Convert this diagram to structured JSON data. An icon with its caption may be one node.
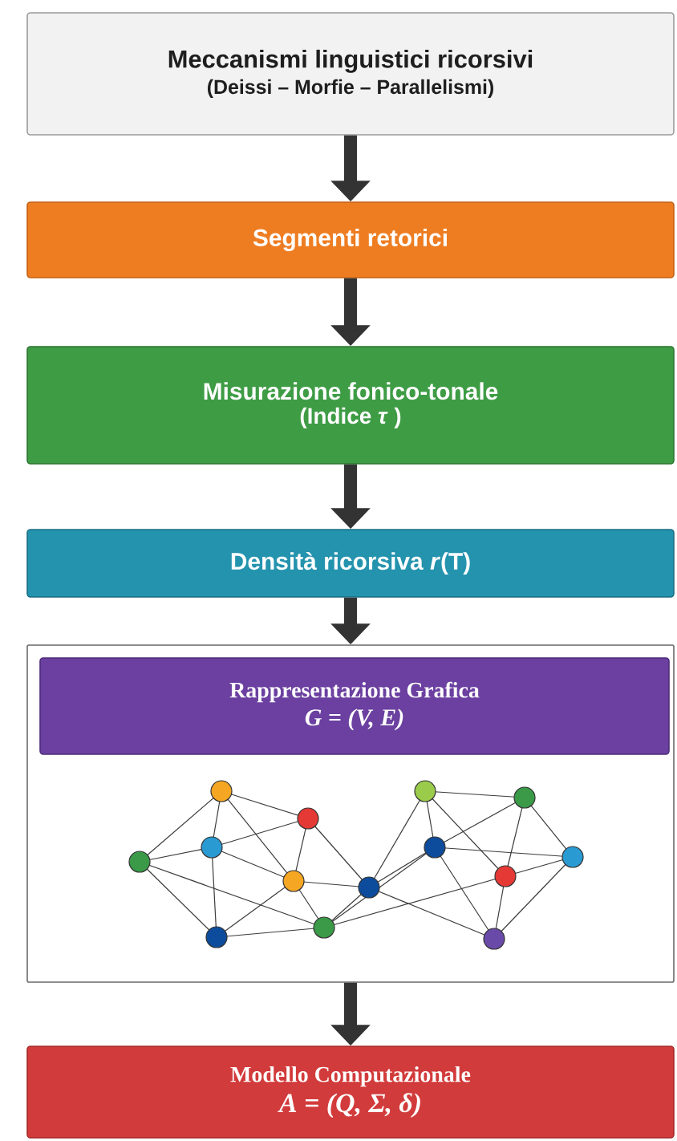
{
  "diagram": {
    "nodes": [
      {
        "text": [
          "Meccanismi linguistici ricorsivi",
          "(Deissi – Morfie – Parallelismi)"
        ]
      },
      {
        "text": [
          "Segmenti retorici"
        ]
      },
      {
        "text": [
          "Misurazione fonico-tonale",
          "(Indice *τ* )"
        ]
      },
      {
        "text": [
          "Densità ricorsiva *r*(T)"
        ]
      },
      {
        "text": [],
        "shape": "box"
      },
      {
        "text": [
          "Rappresentazione Grafica",
          "G = (V, E)"
        ],
        "in": 4
      },
      {
        "text": [
          "Modello Computazionale",
          "A = (Q, Σ, δ)"
        ]
      }
    ],
    "edges": [
      {
        "from": 0,
        "to": 1,
        "arrow": "to"
      },
      {
        "from": 1,
        "to": 2,
        "arrow": "to"
      },
      {
        "from": 2,
        "to": 3,
        "arrow": "to"
      },
      {
        "from": 3,
        "to": 4,
        "arrow": "to"
      },
      {
        "from": 4,
        "to": 6,
        "arrow": "to"
      }
    ]
  }
}
